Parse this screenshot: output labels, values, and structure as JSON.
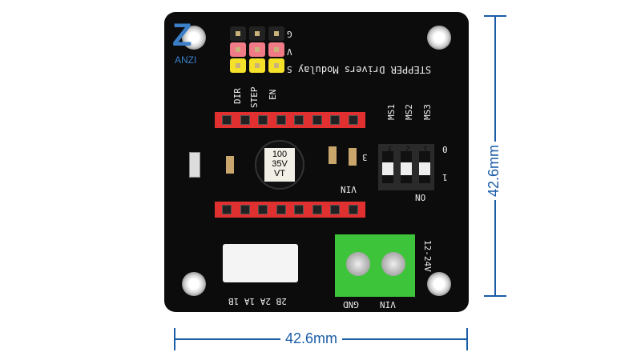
{
  "logo": "ANZI",
  "board": {
    "title": "STEPPER Drivers Modulay",
    "header_labels": [
      "G",
      "V",
      "S"
    ],
    "signal_labels": [
      "DIR",
      "STEP",
      "EN"
    ],
    "capacitor": [
      "100",
      "35V",
      "VT"
    ],
    "dip_labels": [
      "MS1",
      "MS2",
      "MS3"
    ],
    "dip_numbers": [
      "3",
      "2",
      "1"
    ],
    "dip_state_labels": {
      "on": "ON",
      "zero": "0",
      "one": "1"
    },
    "vin_label": "VIN",
    "motor_labels": "2B 2A 1A 1B",
    "terminal_labels": [
      "GND",
      "VIN"
    ],
    "voltage": "12-24V"
  },
  "dimensions": {
    "width": "42.6mm",
    "height": "42.6mm"
  },
  "colors": {
    "dimension": "#1a5ca8",
    "header_red": "#e0302f",
    "terminal_green": "#3ec43a"
  }
}
